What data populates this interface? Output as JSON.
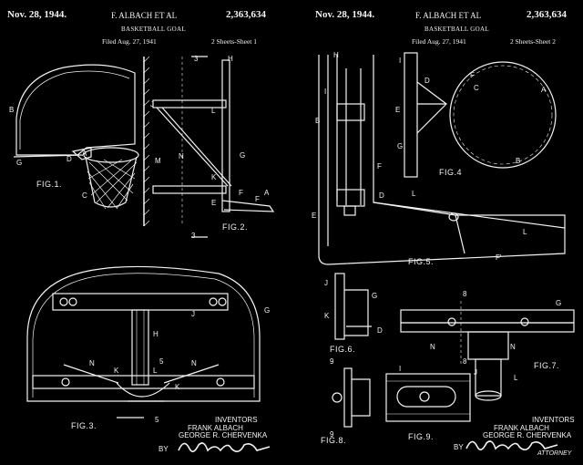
{
  "colors": {
    "background": "#000000",
    "ink": "#f2f2f2"
  },
  "sheets": [
    {
      "date": "Nov. 28, 1944.",
      "inventor_names": "F. ALBACH ET AL",
      "patent_number": "2,363,634",
      "title": "BASKETBALL GOAL",
      "filed": "Filed Aug. 27, 1941",
      "sheet_info": "2 Sheets-Sheet 1",
      "figures": [
        "FIG.1.",
        "FIG.2.",
        "FIG.3."
      ],
      "inventors_heading": "INVENTORS",
      "inventor_1": "FRANK ALBACH",
      "inventor_2": "GEORGE R. CHERVENKA",
      "by": "BY",
      "attorney": ""
    },
    {
      "date": "Nov. 28, 1944.",
      "inventor_names": "F. ALBACH ET AL",
      "patent_number": "2,363,634",
      "title": "BASKETBALL GOAL",
      "filed": "Filed Aug. 27, 1941",
      "sheet_info": "2 Sheets-Sheet 2",
      "figures": [
        "FIG.4",
        "FIG.5.",
        "FIG.6.",
        "FIG.7.",
        "FIG.8.",
        "FIG.9."
      ],
      "inventors_heading": "INVENTORS",
      "inventor_1": "FRANK ALBACH",
      "inventor_2": "GEORGE R. CHERVENKA",
      "by": "BY",
      "attorney": "ATTORNEY"
    }
  ],
  "labels_left": [
    "B",
    "G",
    "A",
    "D",
    "C",
    "3",
    "3",
    "M",
    "N",
    "J",
    "L",
    "G",
    "F",
    "H",
    "K",
    "E",
    "F",
    "A",
    "5",
    "5",
    "G",
    "H",
    "J",
    "N",
    "N",
    "L",
    "K",
    "K"
  ],
  "labels_right": [
    "H",
    "I",
    "B",
    "D",
    "E",
    "I",
    "G",
    "F",
    "C",
    "B",
    "A",
    "E",
    "F",
    "D",
    "L",
    "L",
    "F'",
    "J",
    "G",
    "D",
    "K",
    "G",
    "8",
    "8",
    "N",
    "N",
    "L",
    "I",
    "J",
    "9",
    "9"
  ]
}
